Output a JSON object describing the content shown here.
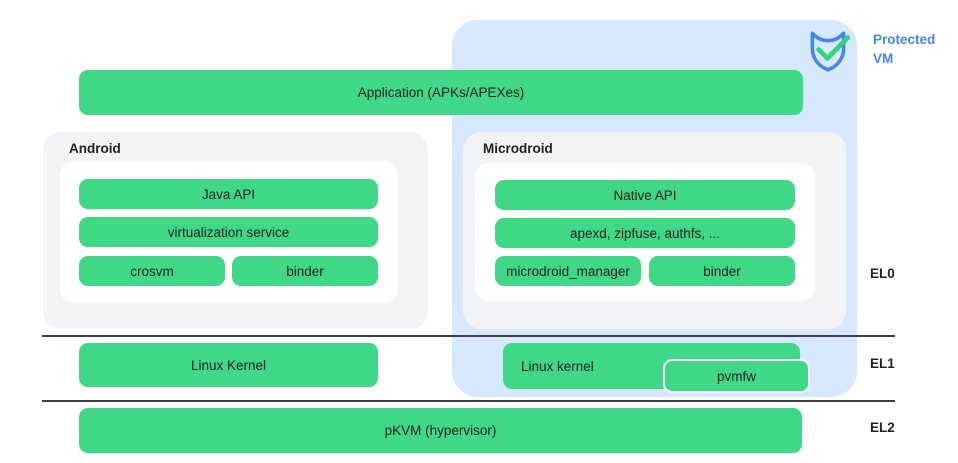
{
  "colors": {
    "green": "#3ed886",
    "check_green": "#34d579",
    "blue_bg": "#d6e8fc",
    "gray_bg": "#f1f3f4",
    "accent_blue": "#4285f4",
    "text": "#202124",
    "line": "#3c4043"
  },
  "protected_vm": {
    "label": "Protected VM"
  },
  "layers": {
    "application": {
      "label": "Application (APKs/APEXes)"
    },
    "android": {
      "title": "Android",
      "java_api": "Java API",
      "virtualization_service": "virtualization service",
      "crosvm": "crosvm",
      "binder": "binder"
    },
    "microdroid": {
      "title": "Microdroid",
      "native_api": "Native API",
      "apexd": "apexd, zipfuse, authfs, ...",
      "microdroid_manager": "microdroid_manager",
      "binder": "binder"
    },
    "el1": {
      "linux_kernel_host": "Linux Kernel",
      "linux_kernel_vm": "Linux kernel",
      "pvmfw": "pvmfw"
    },
    "el2": {
      "pkvm": "pKVM (hypervisor)"
    }
  },
  "exception_levels": {
    "el0": "EL0",
    "el1": "EL1",
    "el2": "EL2"
  },
  "icons": {
    "shield": "shield-check-icon"
  }
}
